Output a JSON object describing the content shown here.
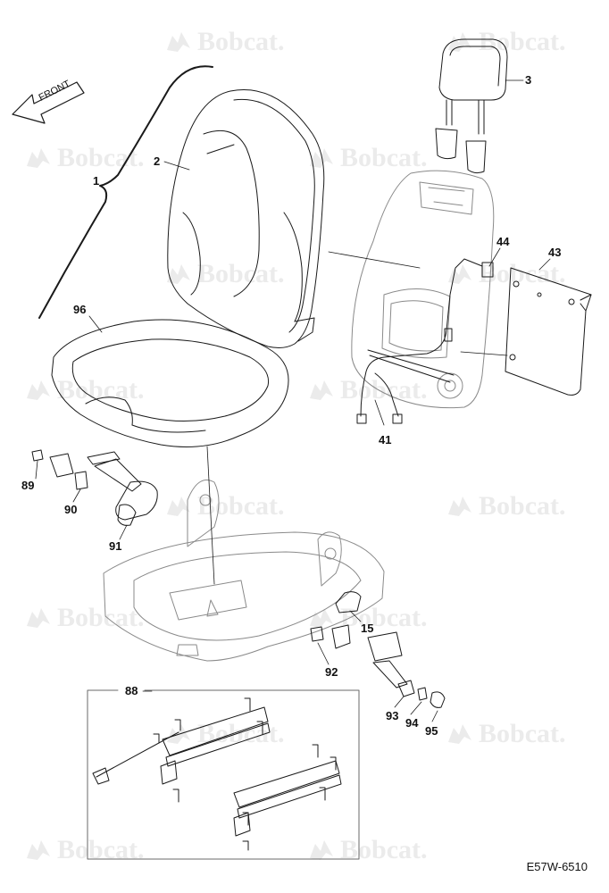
{
  "watermark": {
    "text": "Bobcat."
  },
  "direction": {
    "label": "FRONT"
  },
  "callouts": {
    "c1": "1",
    "c2": "2",
    "c3": "3",
    "c15": "15",
    "c41": "41",
    "c43": "43",
    "c44": "44",
    "c88": "88",
    "c89": "89",
    "c90": "90",
    "c91": "91",
    "c92": "92",
    "c93": "93",
    "c94": "94",
    "c95": "95",
    "c96": "96"
  },
  "reference": "E57W-6510",
  "colors": {
    "line": "#1a1a1a",
    "frame": "#8a8a8a",
    "watermark": "#ebebeb"
  }
}
